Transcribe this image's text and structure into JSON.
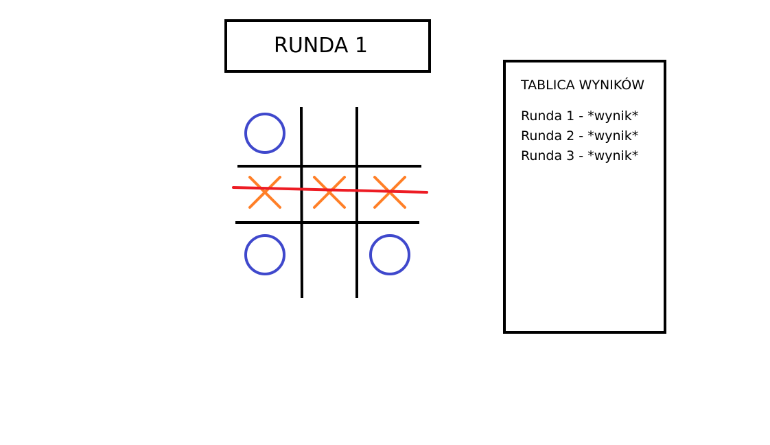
{
  "header": {
    "round_title": "RUNDA 1"
  },
  "board": {
    "cells": [
      "O",
      "",
      "",
      "X",
      "X",
      "X",
      "O",
      "",
      "O"
    ],
    "winning_line": "middle-row",
    "colors": {
      "grid": "#000000",
      "o": "#3f48cc",
      "x": "#ff7f27",
      "win_line": "#ed1c24"
    }
  },
  "scoreboard": {
    "title": "TABLICA WYNIKÓW",
    "entries": [
      "Runda 1 - *wynik*",
      "Runda 2 - *wynik*",
      "Runda 3 - *wynik*"
    ]
  }
}
